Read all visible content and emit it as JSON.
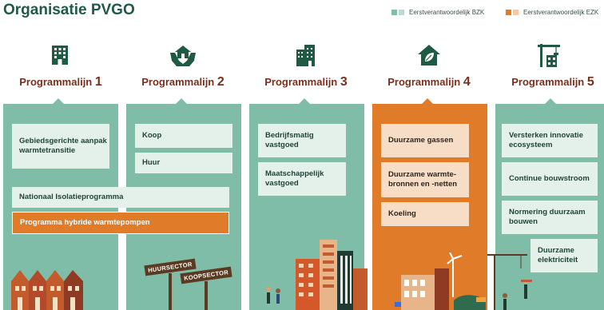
{
  "header": {
    "title": "Organisatie PVGO"
  },
  "legend": [
    {
      "label": "Eerstverantwoordelijk BZK",
      "colors": [
        "#7fbda8",
        "#b9dccd"
      ]
    },
    {
      "label": "Eerstverantwoordelijk EZK",
      "colors": [
        "#e07b2a",
        "#f4c9a3"
      ]
    }
  ],
  "programmalijnen": [
    {
      "label": "Programmalijn",
      "number": "1",
      "icon": "office-building-icon",
      "items": [
        "Gebiedsgerichte aanpak warmtetransitie"
      ]
    },
    {
      "label": "Programmalijn",
      "number": "2",
      "icon": "house-in-hands-icon",
      "items": [
        "Koop",
        "Huur"
      ]
    },
    {
      "label": "Programmalijn",
      "number": "3",
      "icon": "city-buildings-icon",
      "items": [
        "Bedrijfsmatig vastgoed",
        "Maatschappelijk vastgoed"
      ]
    },
    {
      "label": "Programmalijn",
      "number": "4",
      "icon": "green-house-leaf-icon",
      "items": [
        "Duurzame gassen",
        "Duurzame warmte-bronnen en -netten",
        "Koeling"
      ]
    },
    {
      "label": "Programmalijn",
      "number": "5",
      "icon": "construction-crane-icon",
      "items": [
        "Versterken innovatie ecosysteem",
        "Continue bouwstroom",
        "Normering duurzaam bouwen",
        "Duurzame elektriciteit"
      ]
    }
  ],
  "cross_programmes": {
    "isolatie": "Nationaal Isolatieprogramma",
    "hybride": "Programma hybride warmtepompen"
  },
  "signs": {
    "huursector": "HUURSECTOR",
    "koopsector": "KOOPSECTOR"
  },
  "colors": {
    "bzk": "#7fbda8",
    "bzk_light": "#e4f1ea",
    "ezk": "#e07b2a",
    "ezk_light": "#f8ddc6",
    "title": "#1f5a45",
    "label": "#7a2e1d"
  }
}
